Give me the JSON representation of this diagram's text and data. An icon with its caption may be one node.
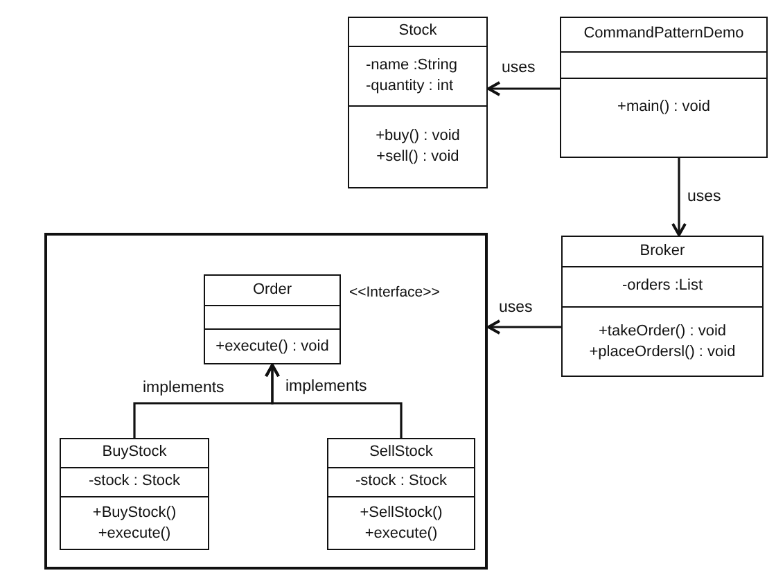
{
  "diagram": {
    "nodes": [
      {
        "text": [
          "Stock",
          "-name :String -quantity : int",
          "+buy() : void +sell() : void"
        ]
      },
      {
        "text": [
          "CommandPatternDemo",
          "+main() : void"
        ]
      },
      {
        "text": [
          "Broker",
          "-orders :List",
          "+takeOrder() : void +placeOrdersl() : void"
        ]
      },
      {
        "text": [],
        "shape": "box"
      },
      {
        "text": [
          "Order",
          "+execute() : void"
        ],
        "beside": [
          "<<Interface>>"
        ],
        "in": 3
      },
      {
        "text": [
          "BuyStock",
          "-stock : Stock",
          "+BuyStock() +execute()"
        ],
        "in": 3
      },
      {
        "text": [
          "SellStock",
          "-stock : Stock",
          "+SellStock() +execute()"
        ],
        "in": 3
      }
    ],
    "edges": [
      {
        "from": 1,
        "to": 0,
        "arrow": "to",
        "label": "uses"
      },
      {
        "from": 1,
        "to": 2,
        "arrow": "to",
        "label": "uses"
      },
      {
        "from": 2,
        "to": 3,
        "arrow": "to",
        "label": "uses"
      },
      {
        "from": 5,
        "to": 4,
        "arrow": "to",
        "label": "implements"
      },
      {
        "from": 6,
        "to": 4,
        "arrow": "to",
        "label": "implements"
      }
    ]
  }
}
